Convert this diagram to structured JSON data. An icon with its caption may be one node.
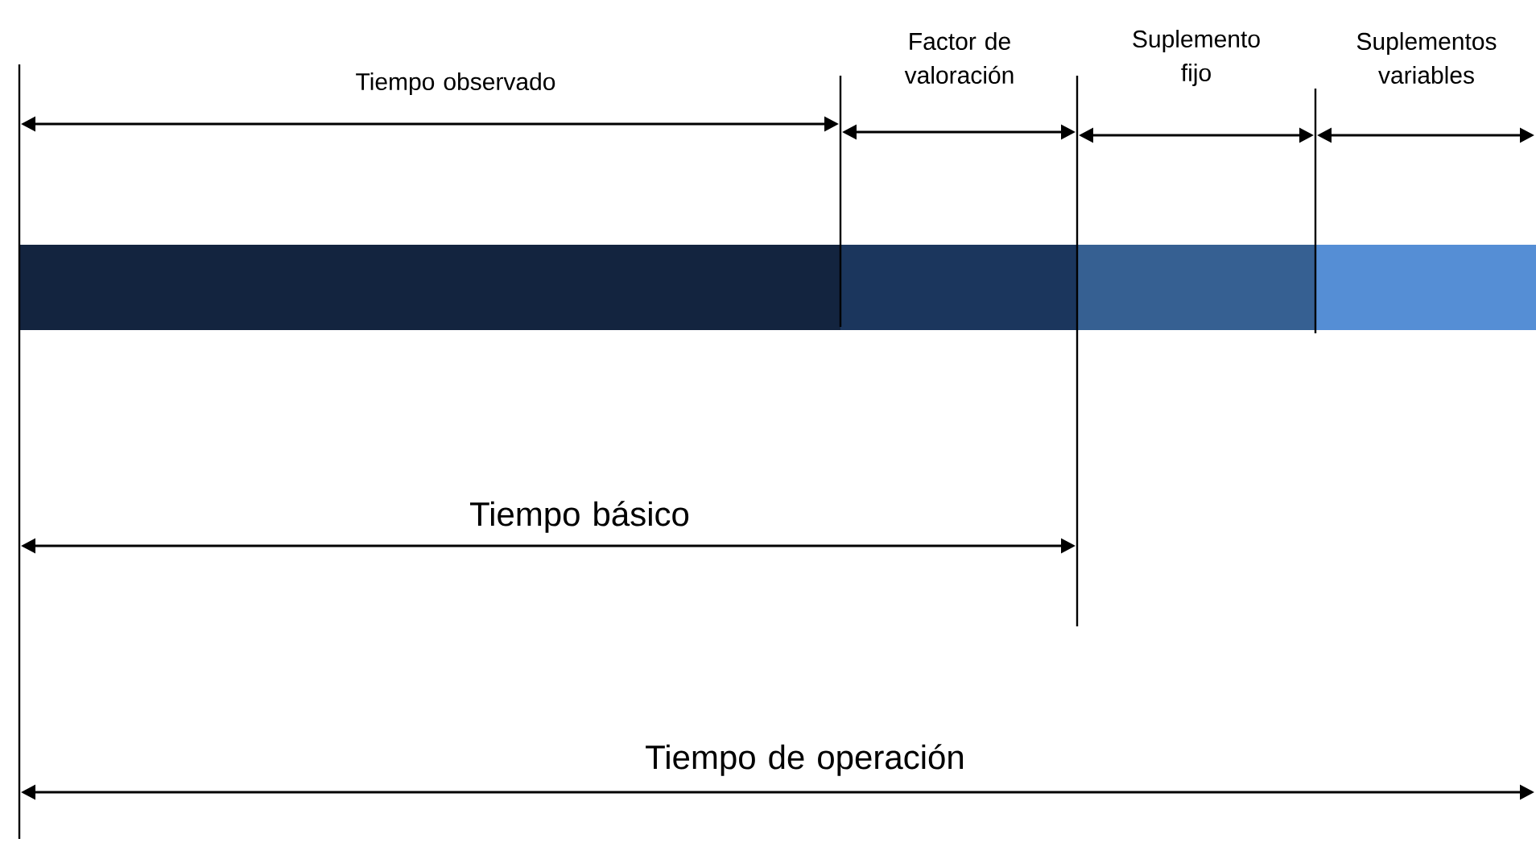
{
  "diagram": {
    "labels": [
      "Tiempo observado",
      "Factor de valoración",
      "Suplemento fijo",
      "Suplementos variables",
      "Tiempo básico",
      "Tiempo de operación"
    ]
  }
}
